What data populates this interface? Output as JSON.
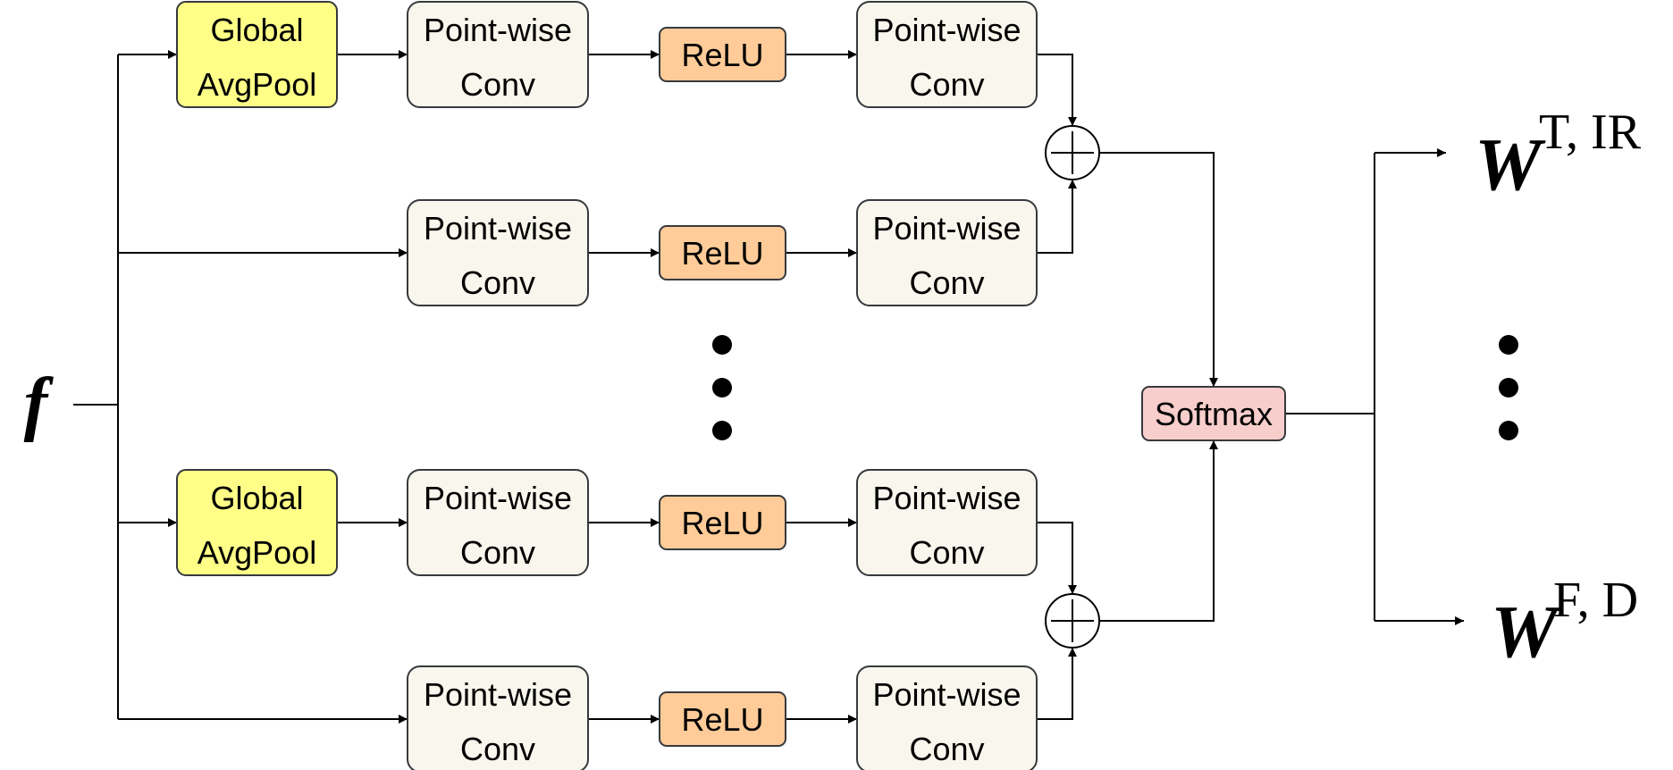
{
  "colors": {
    "gap_fill": "#ffff88",
    "pw_fill": "#f9f7ed",
    "relu_fill": "#ffcc99",
    "softmax_fill": "#f8cecc",
    "stroke": "#36393d",
    "line": "#000000"
  },
  "input": {
    "label": "f"
  },
  "blocks": {
    "gap_line1": "Global",
    "gap_line2": "AvgPool",
    "pw_line1": "Point-wise",
    "pw_line2": "Conv",
    "relu": "ReLU",
    "softmax": "Softmax"
  },
  "outputs": [
    {
      "base": "W",
      "sup": "T, IR"
    },
    {
      "base": "W",
      "sup": "F, D"
    }
  ]
}
